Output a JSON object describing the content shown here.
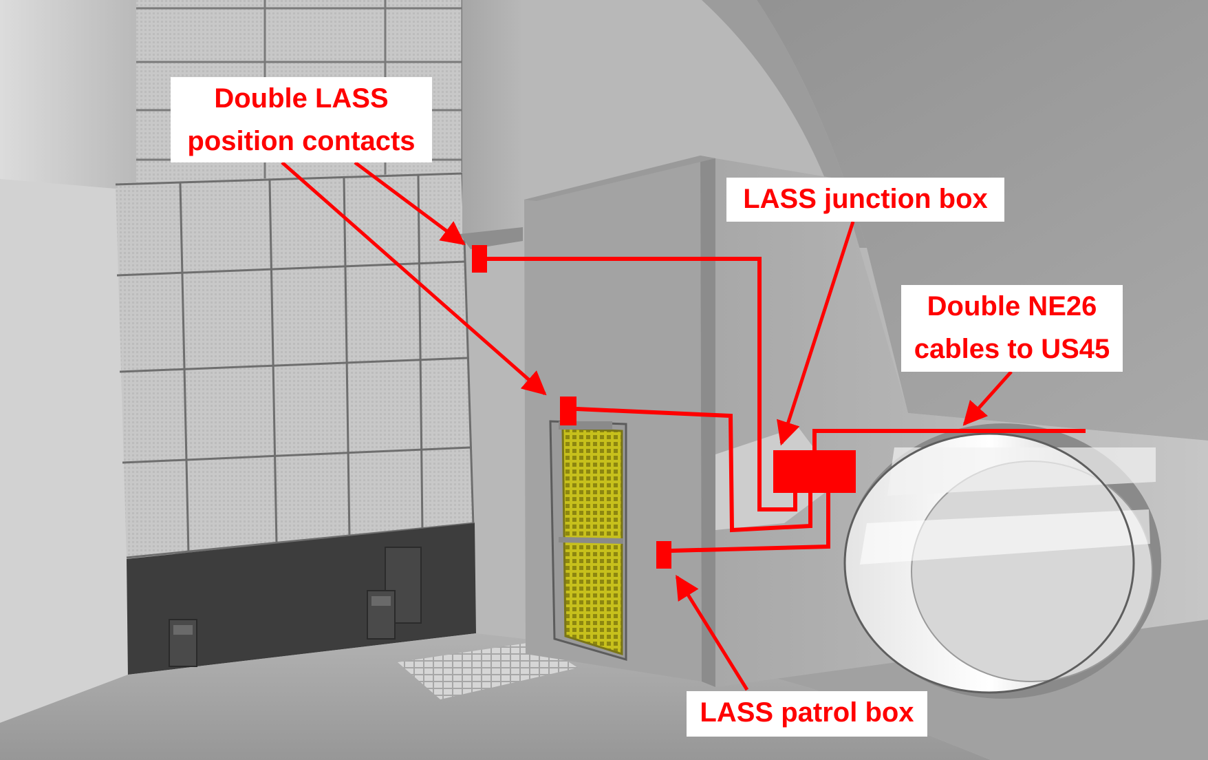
{
  "callouts": {
    "position_contacts": {
      "line1": "Double LASS",
      "line2": "position contacts"
    },
    "junction_box": {
      "text": "LASS junction box"
    },
    "ne26_cables": {
      "line1": "Double NE26",
      "line2": "cables to US45"
    },
    "patrol_box": {
      "text": "LASS patrol box"
    }
  },
  "colors": {
    "annotation": "#ff0000",
    "door": "#c9c21a",
    "floor": "#a4a4a4",
    "wall_base": "#3b3b3b"
  }
}
